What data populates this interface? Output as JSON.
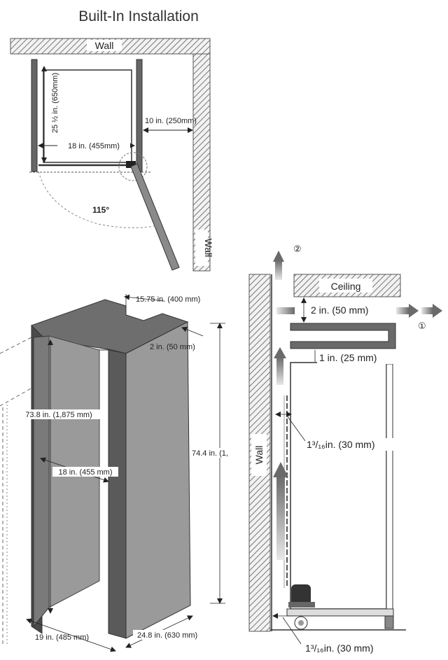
{
  "title": "Built-In Installation",
  "top_view": {
    "wall_top": "Wall",
    "wall_right": "Wall",
    "depth_label": "25 ½ in. (650mm)",
    "width_label": "18 in. (455mm)",
    "side_gap_label": "10 in. (250mm)",
    "door_angle": "115°"
  },
  "cabinet_view": {
    "top_recess": "15.75 in. (400 mm)",
    "top_gap": "2 in. (50 mm)",
    "inner_height": "73.8 in. (1,875 mm)",
    "inner_width": "18 in. (455 mm)",
    "outer_height": "74.4 in. (1,",
    "bottom_width": "19 in. (485 mm)",
    "bottom_depth": "24.8 in. (630 mm)"
  },
  "side_view": {
    "ceiling": "Ceiling",
    "wall": "Wall",
    "ceiling_gap": "2 in. (50 mm)",
    "top_gap": "1 in. (25 mm)",
    "rear_gap": "1³/₁₆in. (30 mm)",
    "bottom_gap": "1³/₁₆in. (30 mm)",
    "airflow_1": "①",
    "airflow_2": "②"
  },
  "colors": {
    "hatch": "#8a8a8a",
    "cabinet_front": "#9a9a9a",
    "cabinet_side": "#6e6e6e",
    "cabinet_dark": "#4a4a4a",
    "arrow": "#7a7a7a"
  }
}
